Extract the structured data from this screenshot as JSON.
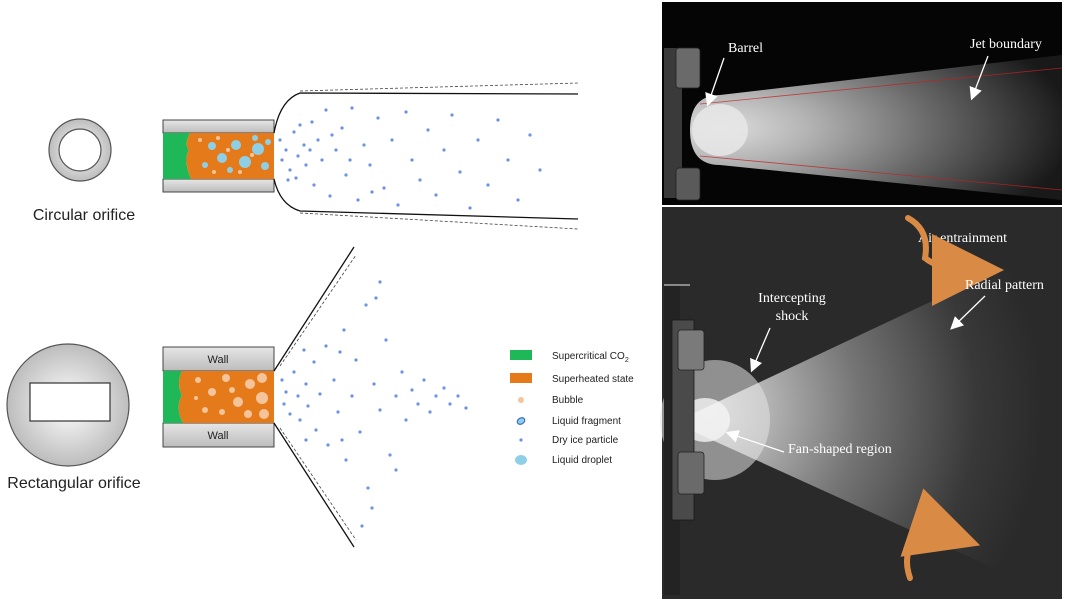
{
  "labels": {
    "circular_orifice": "Circular orifice",
    "rectangular_orifice": "Rectangular orifice",
    "wall_top": "Wall",
    "wall_bottom": "Wall"
  },
  "legend": [
    {
      "text": "Supercritical CO",
      "sub": "2",
      "symbol": "swatch",
      "color": "#1fb859"
    },
    {
      "text": "Superheated state",
      "symbol": "swatch",
      "color": "#e57a1a"
    },
    {
      "text": "Bubble",
      "symbol": "bubble",
      "color": "#f6c49a"
    },
    {
      "text": "Liquid fragment",
      "symbol": "fragment",
      "color": "#3a6ec8"
    },
    {
      "text": "Dry ice particle",
      "symbol": "particle",
      "color": "#6d93e6"
    },
    {
      "text": "Liquid droplet",
      "symbol": "droplet",
      "color": "#8fcfe6"
    }
  ],
  "photo_annotations": {
    "barrel": "Barrel",
    "jet_boundary": "Jet boundary",
    "air_entrainment": "Air entrainment",
    "radial_pattern": "Radial pattern",
    "intercepting_shock_line1": "Intercepting",
    "intercepting_shock_line2": "shock",
    "fan_shaped_region": "Fan-shaped region"
  },
  "colors": {
    "supercritical": "#1fb859",
    "superheated": "#e57a1a",
    "bubble": "#f6c49a",
    "particle": "#6d93e6",
    "droplet": "#8fcfe6",
    "arrow": "#d98a45",
    "wall": "#d4d4d4"
  }
}
